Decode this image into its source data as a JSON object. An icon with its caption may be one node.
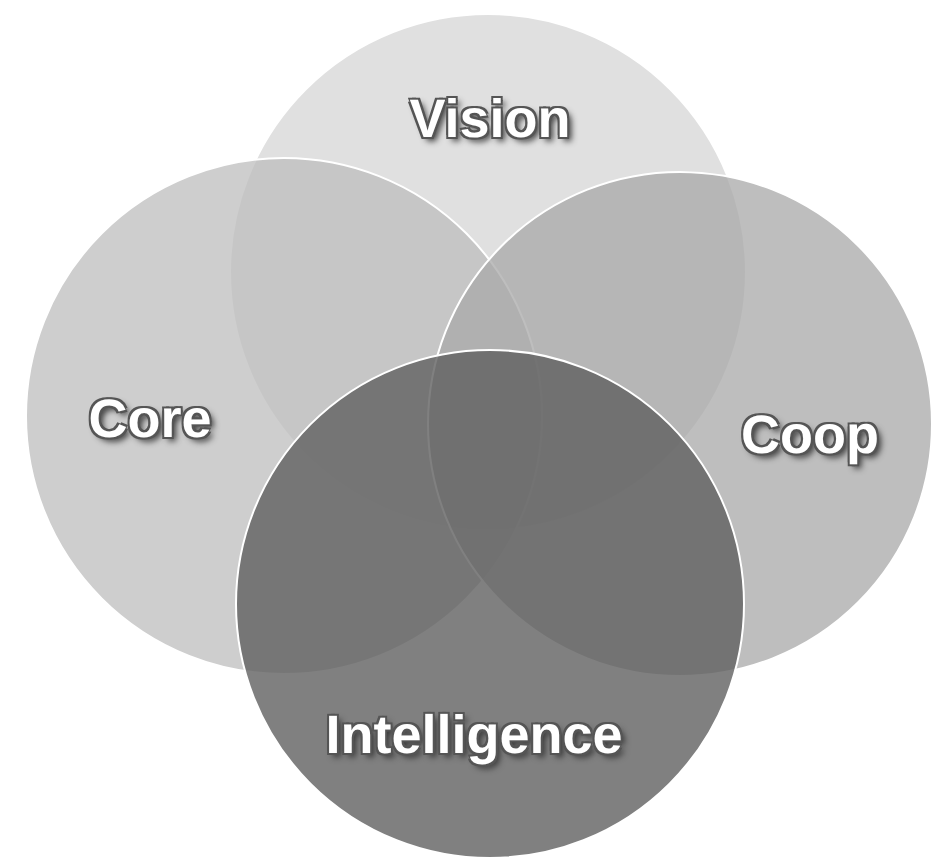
{
  "diagram": {
    "nodes": [
      {
        "text": [
          "Vision"
        ]
      },
      {
        "text": [
          "Core"
        ]
      },
      {
        "text": [
          "Coop"
        ]
      },
      {
        "text": [
          "Intelligence"
        ]
      }
    ]
  }
}
